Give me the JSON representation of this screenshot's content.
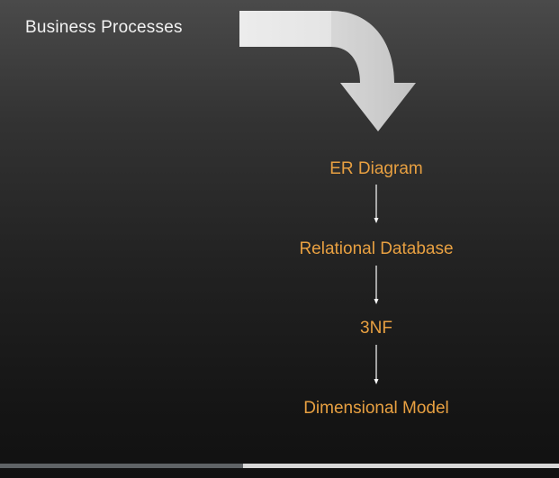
{
  "title": "Business Processes",
  "flow": {
    "nodes": [
      "ER Diagram",
      "Relational Database",
      "3NF",
      "Dimensional Model"
    ]
  },
  "progress": {
    "fraction": 0.435
  },
  "colors": {
    "node_text": "#e8a041",
    "title_text": "#f2f2f2",
    "arrow_fill": "#e6e6e6",
    "connector": "#ffffff"
  },
  "icons": {
    "big_arrow": "curved-down-arrow-icon",
    "connector": "down-arrow-icon"
  }
}
